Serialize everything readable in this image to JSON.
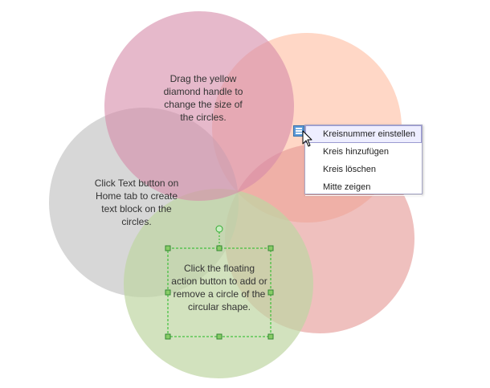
{
  "circles": [
    {
      "id": "top",
      "color": "#d58aa8"
    },
    {
      "id": "right-top",
      "color": "#ffbca0"
    },
    {
      "id": "right-bottom",
      "color": "#e49693"
    },
    {
      "id": "left",
      "color": "#bdbdbd"
    },
    {
      "id": "bottom",
      "color": "#bfd6a3"
    }
  ],
  "texts": {
    "top": "Drag the yellow diamond handle to change the size of the circles.",
    "left": "Click Text button on Home tab to create text block on the circles.",
    "bottom": "Click the floating action button to add or remove a circle of the circular shape."
  },
  "selection": {
    "border_color": "#22bb22",
    "handle_color": "#88cc66"
  },
  "floating_button": {
    "icon": "list-icon",
    "color": "#5a9ad8"
  },
  "menu": {
    "items": [
      "Kreisnummer einstellen",
      "Kreis hinzufügen",
      "Kreis löschen",
      "Mitte zeigen"
    ],
    "highlighted_index": 0
  }
}
